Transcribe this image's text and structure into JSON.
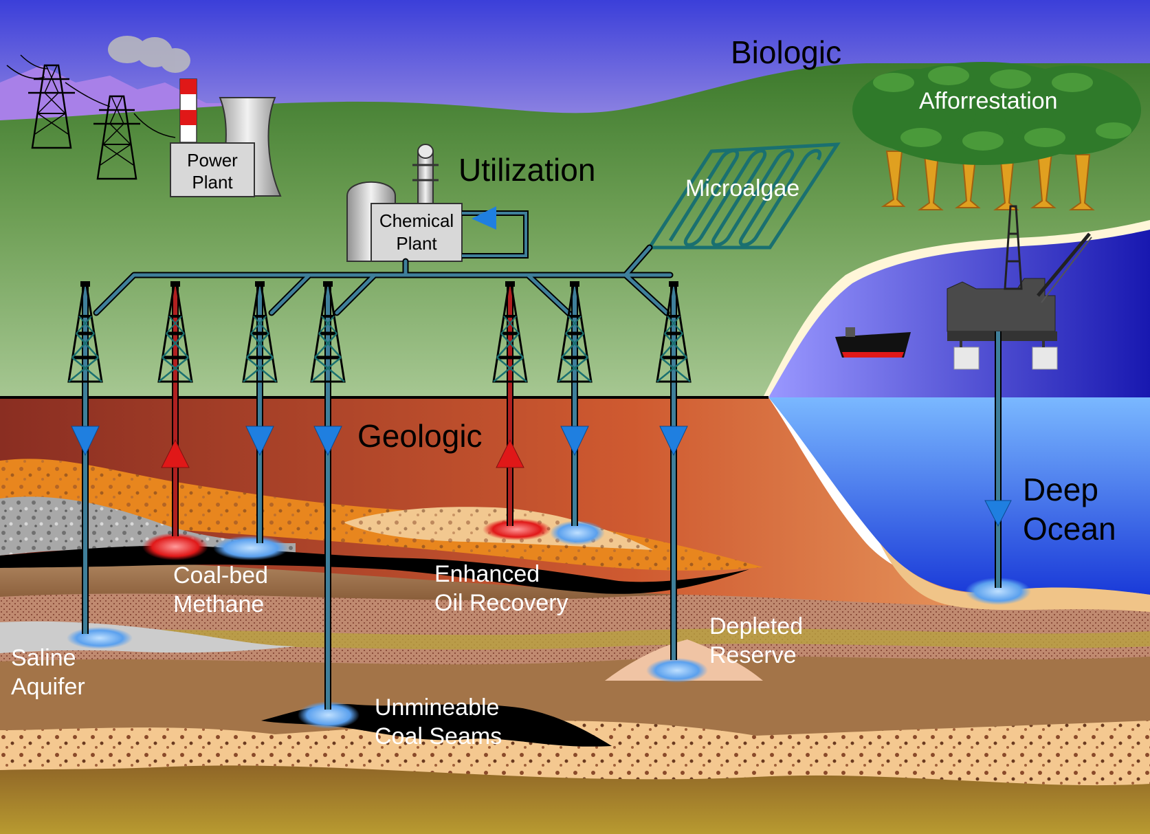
{
  "labels": {
    "biologic": "Biologic",
    "afforrestation": "Afforrestation",
    "utilization": "Utilization",
    "microalgae": "Microalgae",
    "geologic": "Geologic",
    "deep_ocean": [
      "Deep",
      "Ocean"
    ],
    "power_plant": [
      "Power",
      "Plant"
    ],
    "chemical_plant": [
      "Chemical",
      "Plant"
    ],
    "coal_bed_methane": [
      "Coal-bed",
      "Methane"
    ],
    "enhanced_oil_recovery": [
      "Enhanced",
      "Oil Recovery"
    ],
    "saline_aquifer": [
      "Saline",
      "Aquifer"
    ],
    "depleted_reserve": [
      "Depleted",
      "Reserve"
    ],
    "unmineable_coal_seams": [
      "Unmineable",
      "Coal Seams"
    ]
  },
  "colors": {
    "sky_top": "#3b3fd9",
    "sky_bottom": "#b59ce8",
    "grass_dark": "#3d7a2c",
    "grass_light": "#9cbf86",
    "pipe": "#3f7f9a",
    "injection_arrow": "#1f7fe0",
    "extraction_arrow": "#e01818",
    "ocean": "#2222cc",
    "soil_red": "#c2502c",
    "orange_layer": "#e8861e"
  },
  "wells": [
    {
      "name": "well-saline-aquifer",
      "flow": "down"
    },
    {
      "name": "well-coal-bed-methane-extraction",
      "flow": "up"
    },
    {
      "name": "well-coal-bed-methane-injection",
      "flow": "down"
    },
    {
      "name": "well-unmineable-coal",
      "flow": "down"
    },
    {
      "name": "well-oil-recovery-extraction",
      "flow": "up"
    },
    {
      "name": "well-oil-recovery-injection",
      "flow": "down"
    },
    {
      "name": "well-depleted-reserve",
      "flow": "down"
    }
  ]
}
